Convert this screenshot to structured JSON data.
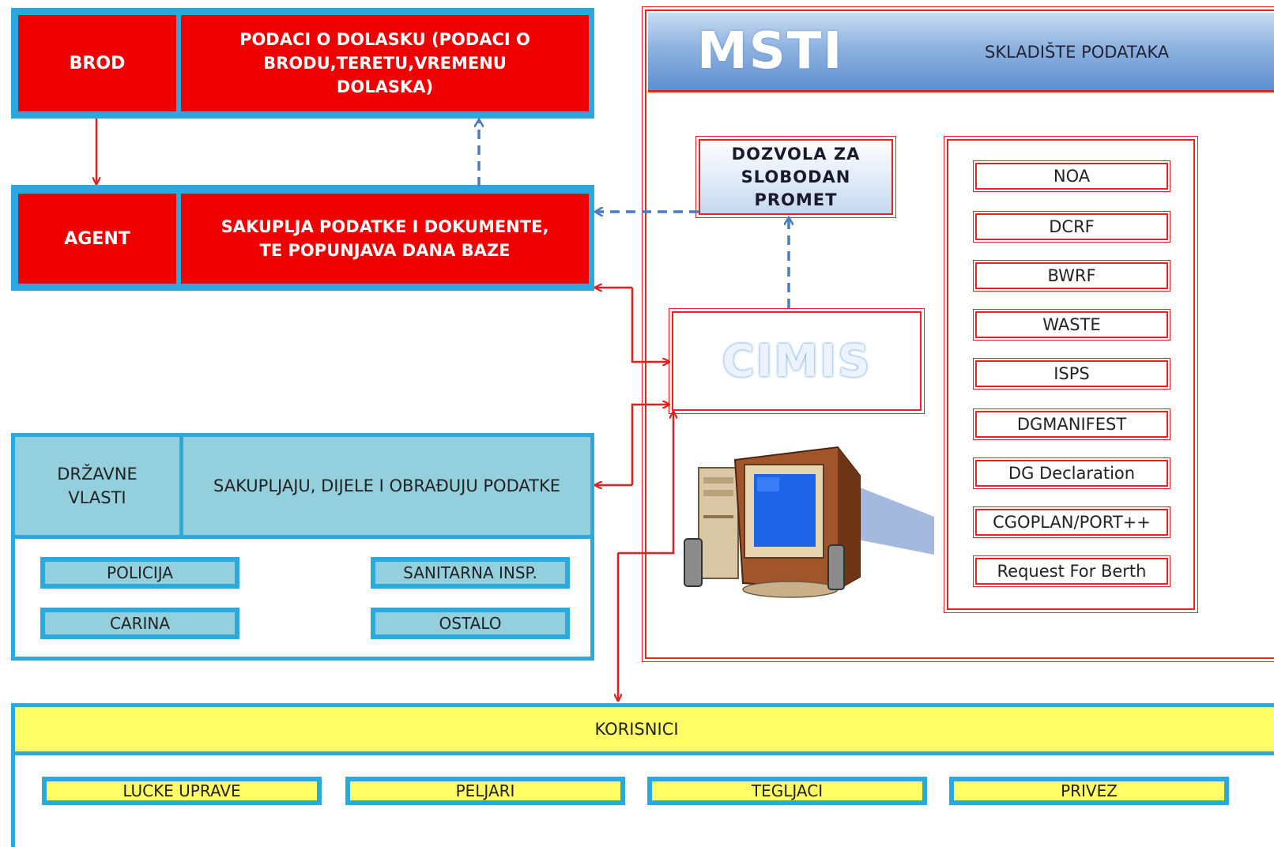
{
  "brod": {
    "label": "BROD",
    "desc": "PODACI O DOLASKU (PODACI O BRODU,TERETU,VREMENU DOLASKA)"
  },
  "agent": {
    "label": "AGENT",
    "desc": "SAKUPLJA PODATKE I DOKUMENTE, TE POPUNJAVA DANA BAZE"
  },
  "vlasti": {
    "label": "DRŽAVNE VLASTI",
    "desc": "SAKUPLJAJU, DIJELE I OBRAĐUJU PODATKE",
    "items": [
      "POLICIJA",
      "SANITARNA INSP.",
      "CARINA",
      "OSTALO"
    ]
  },
  "msti": {
    "title": "MSTI",
    "subtitle": "SKLADIŠTE PODATAKA",
    "dozvola": "DOZVOLA ZA SLOBODAN PROMET",
    "cimis": "CIMIS",
    "documents": [
      "NOA",
      "DCRF",
      "BWRF",
      "WASTE",
      "ISPS",
      "DGMANIFEST",
      "DG Declaration",
      "CGOPLAN/PORT++",
      "Request For Berth"
    ]
  },
  "korisnici": {
    "label": "KORISNICI",
    "items": [
      "LUCKE UPRAVE",
      "PELJARI",
      "TEGLJACI",
      "PRIVEZ"
    ]
  },
  "colors": {
    "red": "#ee0000",
    "blue_frame": "#29a9e0",
    "teal": "#93cfdc",
    "yellow": "#ffff66",
    "arrow_red": "#e02020",
    "arrow_blue": "#4a7cc0"
  },
  "icons": [
    "computer-icon"
  ]
}
